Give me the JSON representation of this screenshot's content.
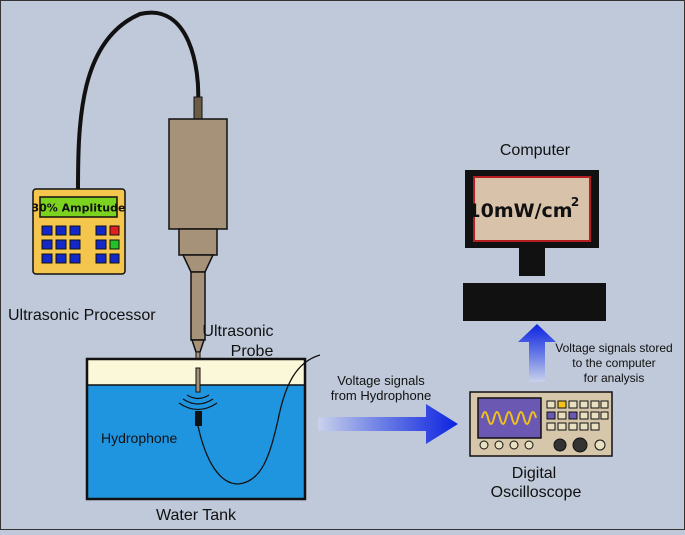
{
  "diagram": {
    "processor": {
      "display_text": "30% Amplitude",
      "label": "Ultrasonic Processor"
    },
    "probe": {
      "label_line1": "Ultrasonic",
      "label_line2": "Probe"
    },
    "tank": {
      "label": "Water Tank",
      "hydrophone_label": "Hydrophone"
    },
    "arrow_to_scope": {
      "line1": "Voltage signals",
      "line2": "from Hydrophone"
    },
    "oscilloscope": {
      "label_line1": "Digital",
      "label_line2": "Oscilloscope"
    },
    "arrow_to_computer": {
      "line1": "Voltage signals stored",
      "line2": "to the computer",
      "line3": "for analysis"
    },
    "computer": {
      "label": "Computer",
      "screen_value": "10mW/cm",
      "screen_exponent": "2"
    }
  },
  "colors": {
    "background": "#bfc9d9",
    "water": "#1f95e0",
    "processor_body": "#f4c64e",
    "display_green": "#7bd21f",
    "probe_metal": "#a69279",
    "arrow_blue": "#0c22e0",
    "screen_bg": "#d9c2aa",
    "screen_border": "#b51e1e",
    "scope_body": "#d6c7aa",
    "scope_screen": "#6b58b2",
    "scope_wave": "#f2c21b"
  }
}
